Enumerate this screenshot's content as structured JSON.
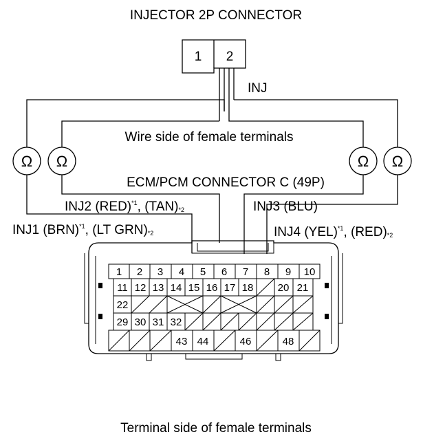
{
  "title": "INJECTOR 2P CONNECTOR",
  "injector_terminals": [
    "1",
    "2"
  ],
  "inj_label": "INJ",
  "wire_side_label": "Wire side of female terminals",
  "ohm_symbol": "Ω",
  "ecm_label": "ECM/PCM CONNECTOR C (49P)",
  "inj": [
    {
      "name": "INJ1 (BRN)",
      "sup1": "*1",
      "alt": ", (LT GRN)",
      "sup2": "*2"
    },
    {
      "name": "INJ2 (RED)",
      "sup1": "*1",
      "alt": ", (TAN)",
      "sup2": "*2"
    },
    {
      "name": "INJ3 (BLU)"
    },
    {
      "name": "INJ4 (YEL)",
      "sup1": "*1",
      "alt": ", (RED)",
      "sup2": "*2"
    }
  ],
  "pins": {
    "row1": [
      "1",
      "2",
      "3",
      "4",
      "5",
      "6",
      "7",
      "8",
      "9",
      "10"
    ],
    "row2": [
      "11",
      "12",
      "13",
      "14",
      "15",
      "16",
      "17",
      "18",
      "20",
      "21"
    ],
    "row3": [
      "22"
    ],
    "row4": [
      "29",
      "30",
      "31",
      "32"
    ],
    "row5": [
      "43",
      "44",
      "46",
      "48"
    ]
  },
  "terminal_side_label": "Terminal side of female terminals"
}
